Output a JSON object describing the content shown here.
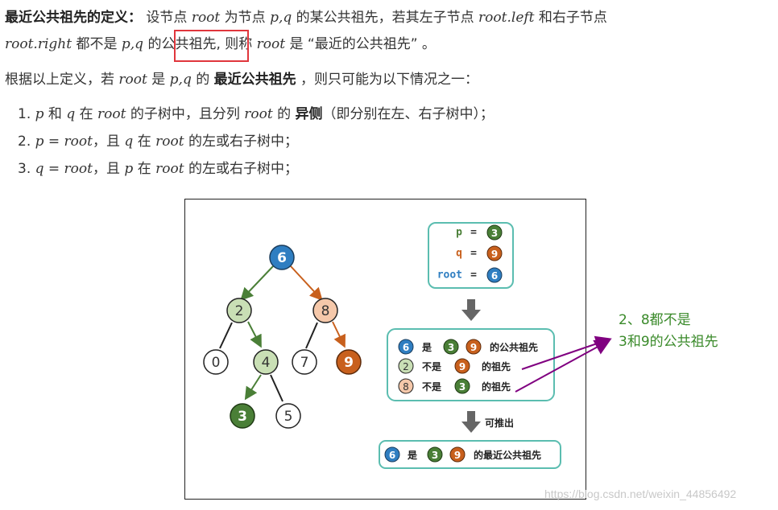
{
  "intro": {
    "title": "最近公共祖先的定义：",
    "t1": " 设节点 ",
    "root": "root",
    "t2": " 为节点 ",
    "pq": "p,q",
    "t3": " 的某公共祖先，若其左子节点 ",
    "root_left": "root.left",
    "t4": " 和右子节点",
    "root_right": "root.right",
    "t5": " 都不是 ",
    "t6": " 的",
    "highlight": "公共祖先,",
    "t7": " 则称 ",
    "t8": " 是 “最近的公共祖先” 。"
  },
  "basis": {
    "t1": "根据以上定义，若 ",
    "t2": " 是 ",
    "t3": " 的 ",
    "bold": "最近公共祖先",
    "t4": " ，则只可能为以下情况之一："
  },
  "cases": [
    {
      "num": "1. ",
      "a": "p",
      "b": " 和 ",
      "c": "q",
      "d": " 在 ",
      "e": "root",
      "f": " 的子树中，且分列 ",
      "g": "root",
      "h": " 的 ",
      "bold": "异侧",
      "i": "（即分别在左、右子树中）；"
    },
    {
      "num": "2. ",
      "math": "p = root",
      "t": "，且 ",
      "q": "q",
      "t2": " 在 ",
      "r": "root",
      "t3": " 的左或右子树中；"
    },
    {
      "num": "3. ",
      "math": "q = root",
      "t": "，且 ",
      "q": "p",
      "t2": " 在 ",
      "r": "root",
      "t3": " 的左或右子树中；"
    }
  ],
  "figure": {
    "legend": {
      "p_label": "p",
      "q_label": "q",
      "root_label": "root",
      "eq": "=",
      "p_val": "3",
      "q_val": "9",
      "root_val": "6"
    },
    "facts": [
      {
        "node": "6",
        "word": "是",
        "a": "3",
        "b": "9",
        "tail": "的公共祖先"
      },
      {
        "node": "2",
        "word": "不是",
        "a": "9",
        "tail": "的祖先"
      },
      {
        "node": "8",
        "word": "不是",
        "a": "3",
        "tail": "的祖先"
      }
    ],
    "infer": "可推出",
    "result": {
      "node": "6",
      "word": "是",
      "a": "3",
      "b": "9",
      "tail": "的最近公共祖先"
    },
    "tree_nodes": [
      "6",
      "2",
      "8",
      "0",
      "4",
      "7",
      "9",
      "3",
      "5"
    ]
  },
  "annotation": {
    "line1": "2、8都不是",
    "line2": "3和9的公共祖先"
  },
  "watermark": "https://blog.csdn.net/weixin_44856492",
  "colors": {
    "blue": "#2f7ec1",
    "green_light": "#c9dfb5",
    "green_dark": "#4a7f37",
    "orange": "#c8601d",
    "orange_light": "#f5c8aa",
    "teal": "#5bbdb0",
    "annotation": "#3a8a2a",
    "arrow": "#800080",
    "highlight_box": "#e0363c"
  }
}
